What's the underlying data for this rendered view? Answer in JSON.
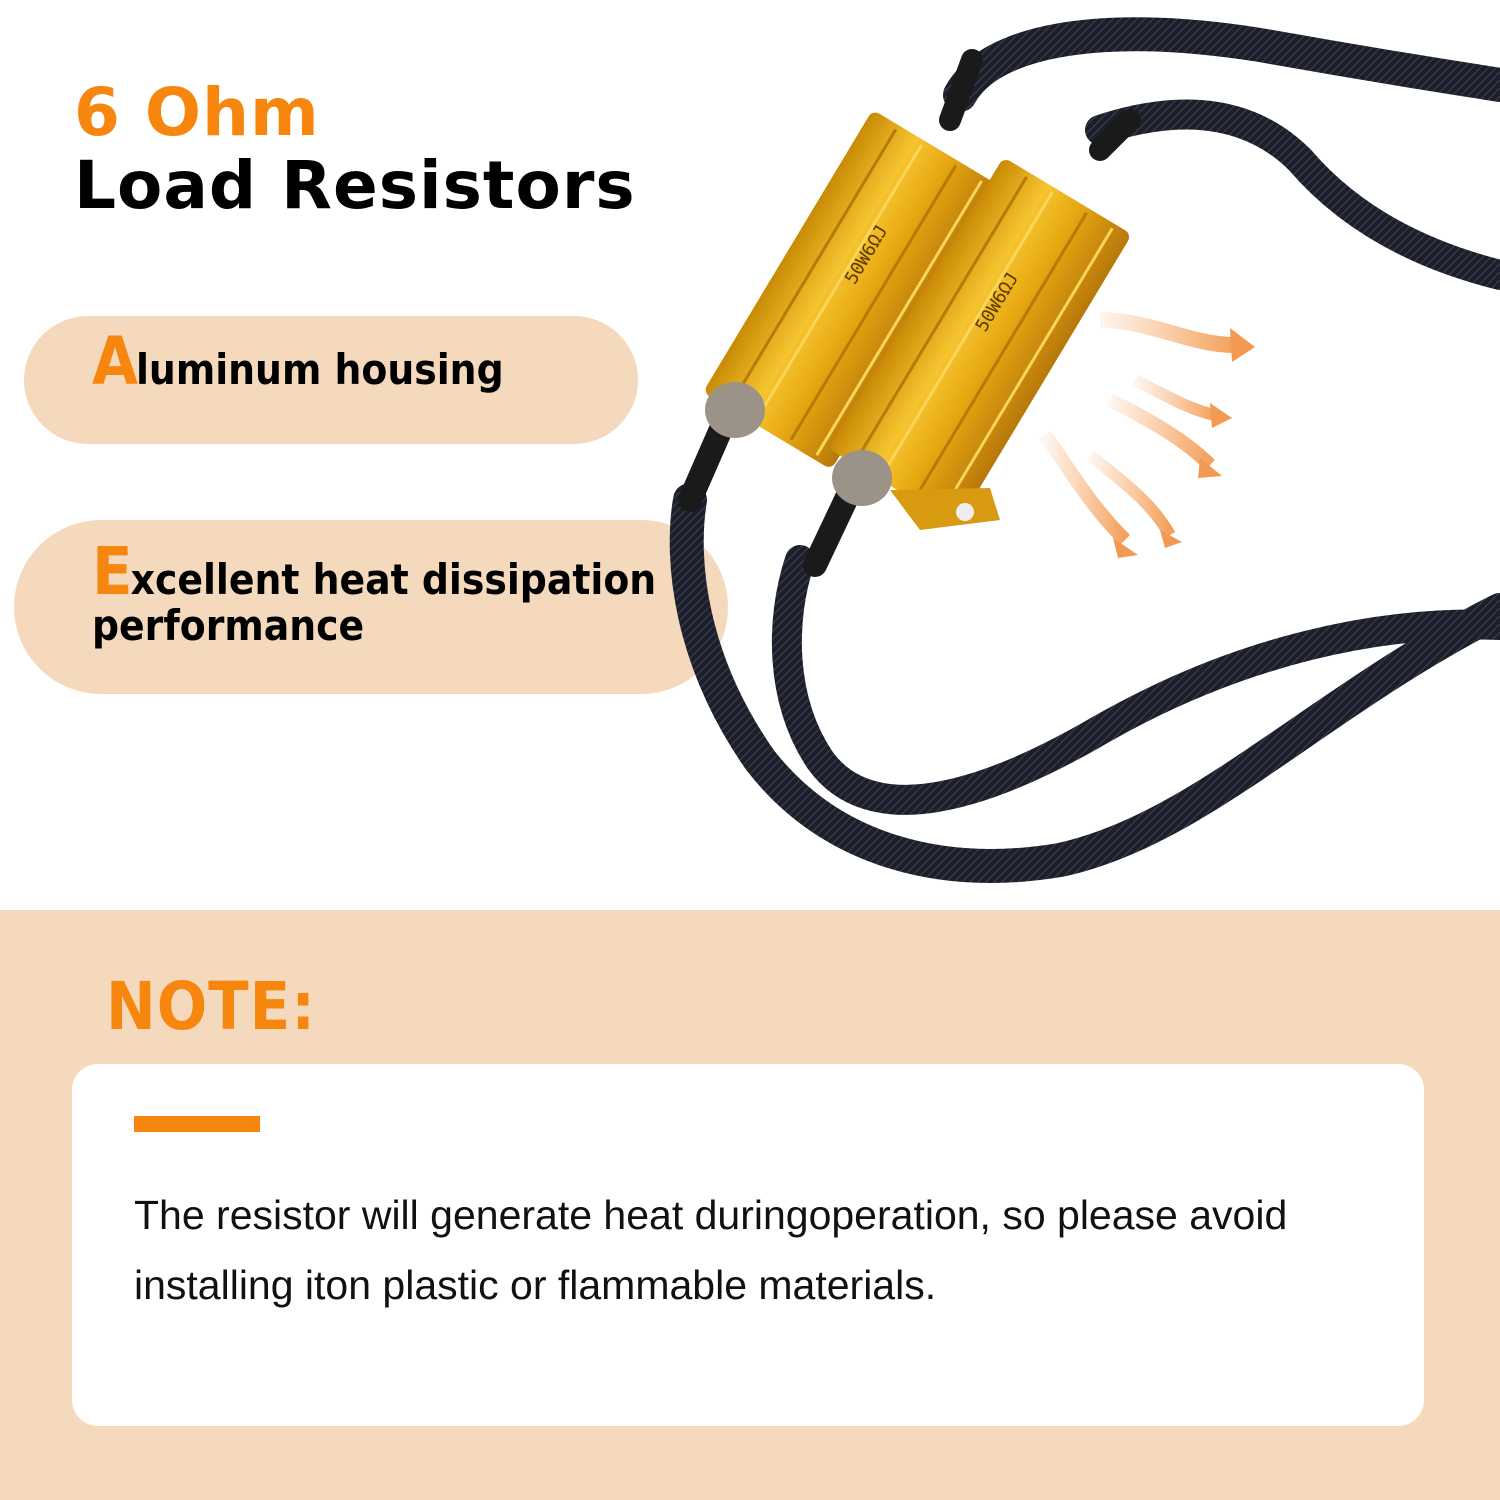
{
  "header": {
    "accent_line": "6 Ohm",
    "main_line": "Load Resistors",
    "accent_color": "#f7860f"
  },
  "features": [
    {
      "initial": "A",
      "rest": "luminum housing"
    },
    {
      "initial": "E",
      "rest_line1": "xcellent heat dissipation",
      "line2": "performance"
    }
  ],
  "product_image": {
    "resistor_marking_1": "50W6ΩJ",
    "resistor_marking_2": "50W6ΩJ",
    "heat_arrows_icon": "heat-waves-icon"
  },
  "note": {
    "title": "NOTE:",
    "text": "The resistor will generate heat duringoperation, so please avoid installing iton plastic or flammable materials."
  },
  "colors": {
    "accent": "#f7860f",
    "panel": "#f5d9bd",
    "card": "#ffffff",
    "gold": "#e8a712",
    "cable": "#1c1f2a"
  }
}
